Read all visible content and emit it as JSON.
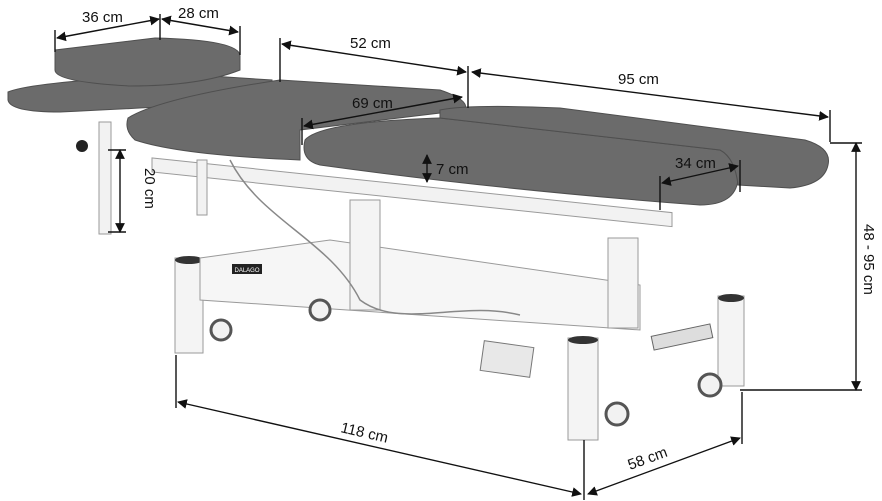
{
  "colors": {
    "cushion": "#6b6b6b",
    "cushion_dark": "#4f4f4f",
    "frame": "#f2f2f2",
    "frame_stroke": "#9a9a9a",
    "dimension_line": "#111111"
  },
  "dimensions": {
    "headrest_width": "36 cm",
    "headrest_depth": "28 cm",
    "head_section_length": "52 cm",
    "mid_section_length": "69 cm",
    "main_section_length": "95 cm",
    "cushion_thickness": "7 cm",
    "side_flap_width": "34 cm",
    "armrest_drop": "20 cm",
    "height_range": "48 - 95 cm",
    "base_length": "118 cm",
    "base_width": "58 cm"
  },
  "brand_plate": "DALAGO"
}
